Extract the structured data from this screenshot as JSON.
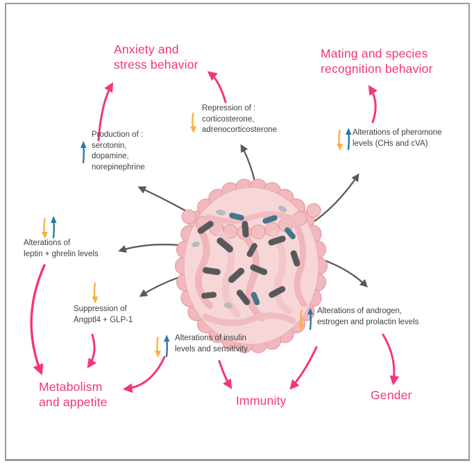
{
  "figure": {
    "colors": {
      "outcome_pink": "#F5337E",
      "connector_gray": "#58595B",
      "decrease_yellow": "#FBB040",
      "increase_blue": "#2A7AA8",
      "label_gray": "#3E3E3E",
      "gut_pink": "#F1B9BD",
      "bacteria_dark": "#58595C",
      "bacteria_teal": "#44768C"
    },
    "center_illustration": "intestine-with-gut-bacteria",
    "outcomes": {
      "anxiety": "Anxiety and\nstress behavior",
      "mating": "Mating and species\nrecognition behavior",
      "metabolism": "Metabolism\nand appetite",
      "immunity": "Immunity",
      "gender": "Gender"
    },
    "mediators": {
      "repression": {
        "text": "Repression of :\ncorticosterone,\nadrenocorticosterone",
        "change": "decrease"
      },
      "production": {
        "text": "Production of :\nserotonin,\ndopamine,\nnorepinephrine",
        "change": "increase"
      },
      "pheromone": {
        "text": "Alterations of pheromone\nlevels (CHs and cVA)",
        "change": "decrease-increase"
      },
      "leptin": {
        "text": "Alterations of\nleptin + ghrelin levels",
        "change": "decrease-increase"
      },
      "suppression": {
        "text": "Suppression of\nAngptl4 + GLP-1",
        "change": "decrease"
      },
      "insulin": {
        "text": "Alterations of insulin\nlevels and sensitivity",
        "change": "decrease-increase"
      },
      "androgen": {
        "text": "Alterations of androgen,\nestrogen and prolactin levels",
        "change": "decrease-increase"
      }
    }
  }
}
